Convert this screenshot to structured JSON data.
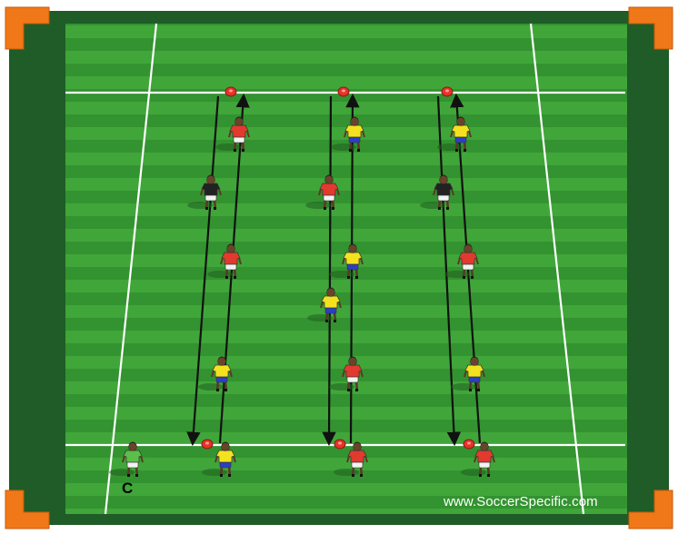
{
  "diagram": {
    "coach_label": "C",
    "watermark": "www.SoccerSpecific.com",
    "colors": {
      "frame": "#1e5a26",
      "pitch_light": "#3fa33a",
      "pitch_dark": "#2f8a2c",
      "lines": "#ffffff",
      "corner": "#f07818",
      "team_red": "#e23a2e",
      "team_yellow": "#f4e21e",
      "shorts_blue": "#2b3fc4",
      "keeper": "#222222",
      "coach": "#5bbf4a",
      "arrows": "#111111"
    },
    "players": [
      {
        "team": "red",
        "role": "player"
      },
      {
        "team": "yellow",
        "role": "player"
      },
      {
        "team": "yellow",
        "role": "player"
      },
      {
        "team": "black",
        "role": "keeper"
      },
      {
        "team": "red",
        "role": "player"
      },
      {
        "team": "black",
        "role": "keeper"
      },
      {
        "team": "red",
        "role": "player"
      },
      {
        "team": "yellow",
        "role": "player"
      },
      {
        "team": "red",
        "role": "player"
      },
      {
        "team": "yellow",
        "role": "player"
      },
      {
        "team": "yellow",
        "role": "player"
      },
      {
        "team": "red",
        "role": "player"
      },
      {
        "team": "yellow",
        "role": "player"
      },
      {
        "team": "yellow",
        "role": "player"
      },
      {
        "team": "red",
        "role": "player"
      },
      {
        "team": "red",
        "role": "player"
      },
      {
        "team": "green",
        "role": "coach"
      }
    ],
    "cones": 6,
    "arrows": 6
  }
}
